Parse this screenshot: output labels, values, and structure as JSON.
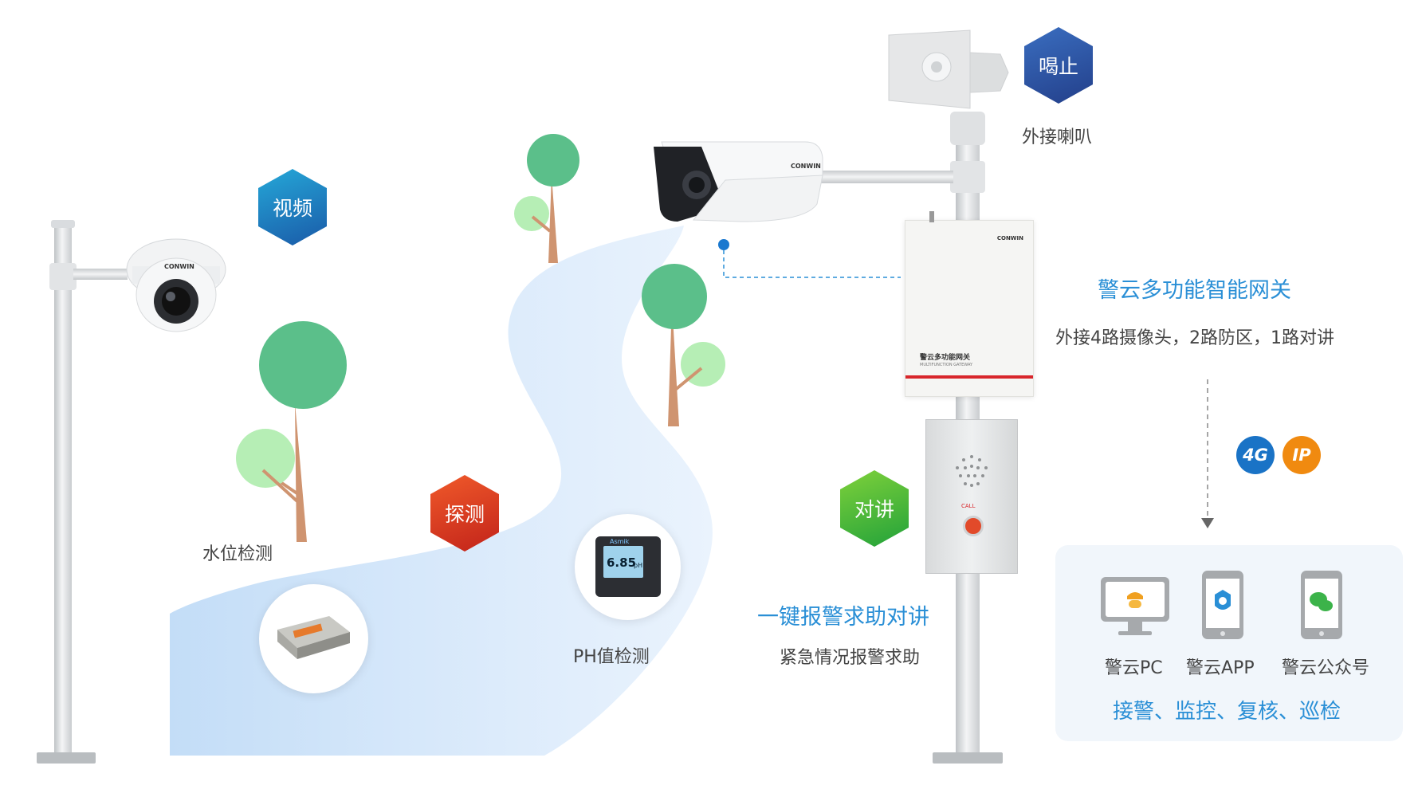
{
  "badges": {
    "video": "视频",
    "detect": "探测",
    "intercom": "对讲",
    "stop": "喝止"
  },
  "labels": {
    "water_level": "水位检测",
    "ph": "PH值检测",
    "speaker": "外接喇叭",
    "gateway_title": "警云多功能智能网关",
    "gateway_desc": "外接4路摄像头，2路防区，1路对讲",
    "sos_title": "一键报警求助对讲",
    "sos_desc": "紧急情况报警求助",
    "net_4g": "4G",
    "net_ip": "IP",
    "app_pc": "警云PC",
    "app_app": "警云APP",
    "app_wechat": "警云公众号",
    "services": "接警、监控、复核、巡检"
  },
  "device_text": {
    "brand": "CONWIN",
    "gateway_name": "警云多功能网关",
    "gateway_sub": "MULTIFUNCTION GATEWAY",
    "ph_brand": "Asmik",
    "ph_value": "6.85",
    "ph_unit": "pH",
    "call": "CALL"
  },
  "colors": {
    "video": "#1a8fc9",
    "detect": "#e0351f",
    "intercom": "#48b83a",
    "stop": "#2f5aa8",
    "accent_blue": "#2a8fd6",
    "river": "#d6e9fb",
    "tree_dark": "#5bbf8a",
    "tree_light": "#b6eeb5",
    "trunk": "#cf9470",
    "badge_4g": "#1a73c6",
    "badge_ip": "#f08a10"
  }
}
